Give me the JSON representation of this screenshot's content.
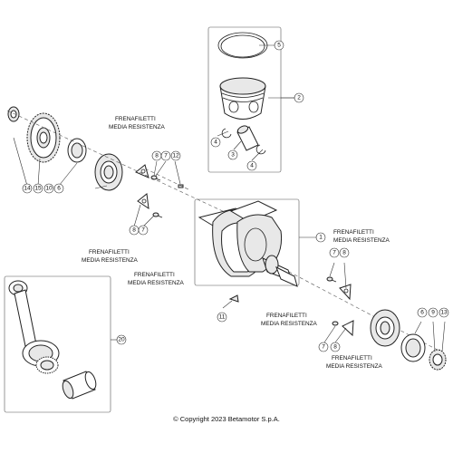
{
  "callouts": {
    "c1": "1",
    "c2": "2",
    "c3": "3",
    "c4a": "4",
    "c4b": "4",
    "c5": "5",
    "c6a": "6",
    "c6b": "6",
    "c7a": "7",
    "c7b": "7",
    "c7c": "7",
    "c7d": "7",
    "c8a": "8",
    "c8b": "8",
    "c8c": "8",
    "c8d": "8",
    "c9": "9",
    "c10": "10",
    "c11": "11",
    "c12": "12",
    "c13": "13",
    "c14": "14",
    "c15": "15",
    "c20": "20"
  },
  "notes": {
    "n1_line1": "FRENAFILETTI",
    "n1_line2": "MEDIA RESISTENZA",
    "n2_line1": "FRENAFILETTI",
    "n2_line2": "MEDIA RESISTENZA",
    "n3_line1": "FRENAFILETTI",
    "n3_line2": "MEDIA RESISTENZA",
    "n4_line1": "FRENAFILETTI",
    "n4_line2": "MEDIA RESISTENZA",
    "n5_line1": "FRENAFILETTI",
    "n5_line2": "MEDIA RESISTENZA",
    "n6_line1": "FRENAFILETTI",
    "n6_line2": "MEDIA RESISTENZA"
  },
  "copyright": "© Copyright 2023 Betamotor S.p.A."
}
